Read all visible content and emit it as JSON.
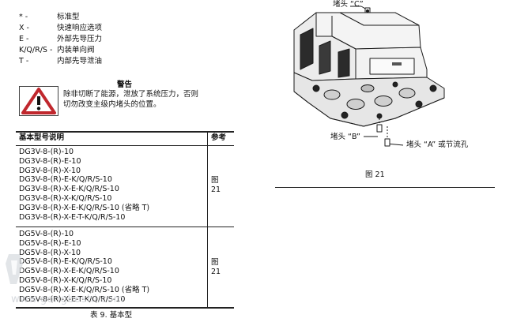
{
  "legend": [
    {
      "code": "* -",
      "desc": "标准型"
    },
    {
      "code": "X -",
      "desc": "快速响应选项"
    },
    {
      "code": "E -",
      "desc": "外部先导压力"
    },
    {
      "code": "K/Q/R/S -",
      "desc": "内装单向阀"
    },
    {
      "code": "T -",
      "desc": "内部先导泄油"
    }
  ],
  "warning": {
    "title": "警告",
    "text": "除非切断了能源，泄放了系统压力，否则切勿改变主级内堵头的位置。"
  },
  "table": {
    "headers": [
      "基本型号说明",
      "参考"
    ],
    "groups": [
      {
        "models": [
          "DG3V-8-(R)-10",
          "DG3V-8-(R)-E-10",
          "DG3V-8-(R)-X-10",
          "DG3V-8-(R)-E-K/Q/R/S-10",
          "DG3V-8-(R)-X-E-K/Q/R/S-10",
          "DG3V-8-(R)-X-K/Q/R/S-10",
          "DG3V-8-(R)-X-E-K/Q/R/S-10 (省略 T)",
          "DG3V-8-(R)-X-E-T-K/Q/R/S-10"
        ],
        "ref_line1": "图",
        "ref_line2": "21"
      },
      {
        "models": [
          "DG5V-8-(R)-10",
          "DG5V-8-(R)-E-10",
          "DG5V-8-(R)-X-10",
          "DG5V-8-(R)-E-K/Q/R/S-10",
          "DG5V-8-(R)-X-E-K/Q/R/S-10",
          "DG5V-8-(R)-X-K/Q/R/S-10",
          "DG5V-8-(R)-X-E-K/Q/R/S-10 (省略 T)",
          "DG5V-8-(R)-X-E-T-K/Q/R/S-10"
        ],
        "ref_line1": "图",
        "ref_line2": "21"
      }
    ],
    "caption": "表 9. 基本型"
  },
  "figure": {
    "label_c": "堵头 “C”",
    "label_b": "堵头 “B”",
    "label_a": "堵头 “A” 或节流孔",
    "caption": "图 21"
  },
  "watermark": "www.gongboshi.com"
}
